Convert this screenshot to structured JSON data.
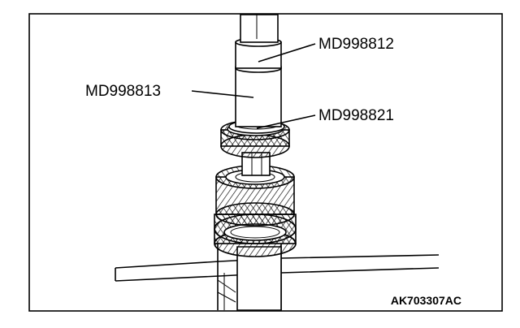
{
  "labels": {
    "tool_top": "MD998812",
    "tool_left": "MD998813",
    "tool_right": "MD998821"
  },
  "figure_code": "AK703307AC"
}
